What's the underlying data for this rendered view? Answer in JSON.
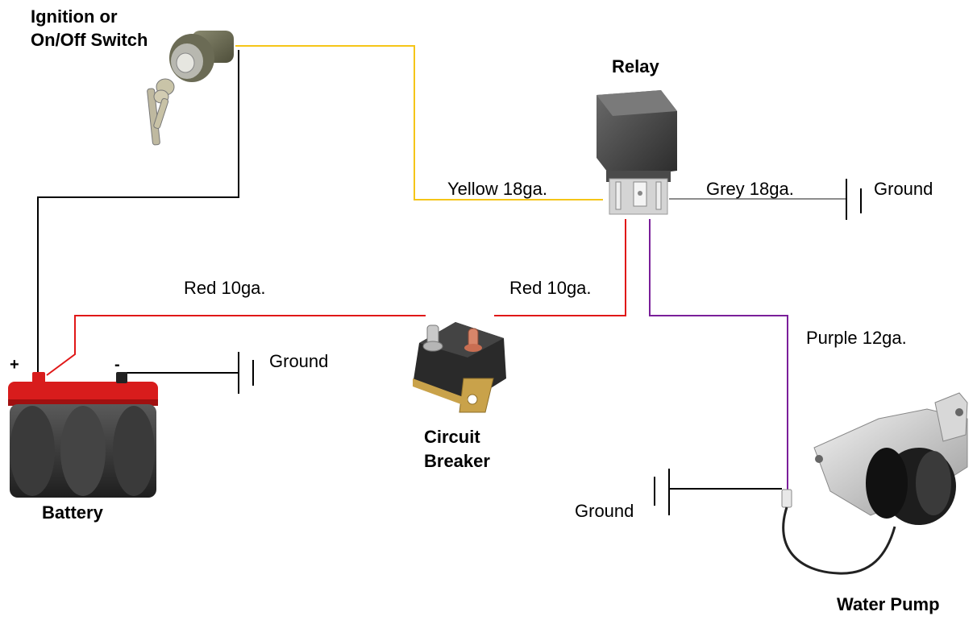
{
  "components": {
    "ignition": {
      "label_line1": "Ignition or",
      "label_line2": "On/Off Switch",
      "icon": "ignition-switch-icon"
    },
    "relay": {
      "label": "Relay",
      "icon": "relay-icon"
    },
    "battery": {
      "label": "Battery",
      "positive": "+",
      "negative": "-",
      "icon": "battery-icon"
    },
    "breaker": {
      "label_line1": "Circuit",
      "label_line2": "Breaker",
      "icon": "circuit-breaker-icon"
    },
    "pump": {
      "label": "Water Pump",
      "icon": "water-pump-icon"
    }
  },
  "wires": {
    "yellow": {
      "label": "Yellow 18ga.",
      "color": "#F5C518"
    },
    "grey": {
      "label": "Grey 18ga.",
      "color": "#8C8C8C"
    },
    "red_left": {
      "label": "Red 10ga.",
      "color": "#E01818"
    },
    "red_right": {
      "label": "Red 10ga.",
      "color": "#E01818"
    },
    "purple": {
      "label": "Purple 12ga.",
      "color": "#7A1F9A"
    },
    "black": {
      "color": "#000000"
    }
  },
  "grounds": {
    "relay": "Ground",
    "battery": "Ground",
    "pump": "Ground"
  }
}
